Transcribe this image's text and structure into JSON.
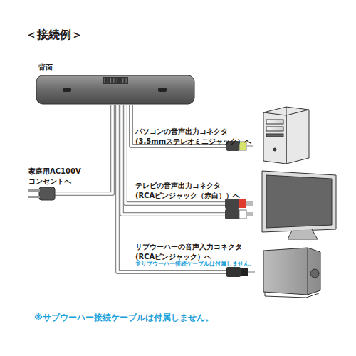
{
  "diagram": {
    "title": "＜接続例＞",
    "nodes": [
      {
        "text": [
          "背面"
        ]
      }
    ],
    "labels": [
      "パソコンの音声出力コネクタ (3.5mmステレオミニジャック）へ",
      "テレビの音声出力コネクタ (RCAピンジャック（赤白））へ",
      "家庭用AC100V コンセントへ",
      "サブウーハーの音声入力コネクタ (RCAピンジャック）へ",
      "※サブウーハー接続ケーブルは付属しません。",
      "※サブウーハー接続ケーブルは付属しません。"
    ]
  }
}
